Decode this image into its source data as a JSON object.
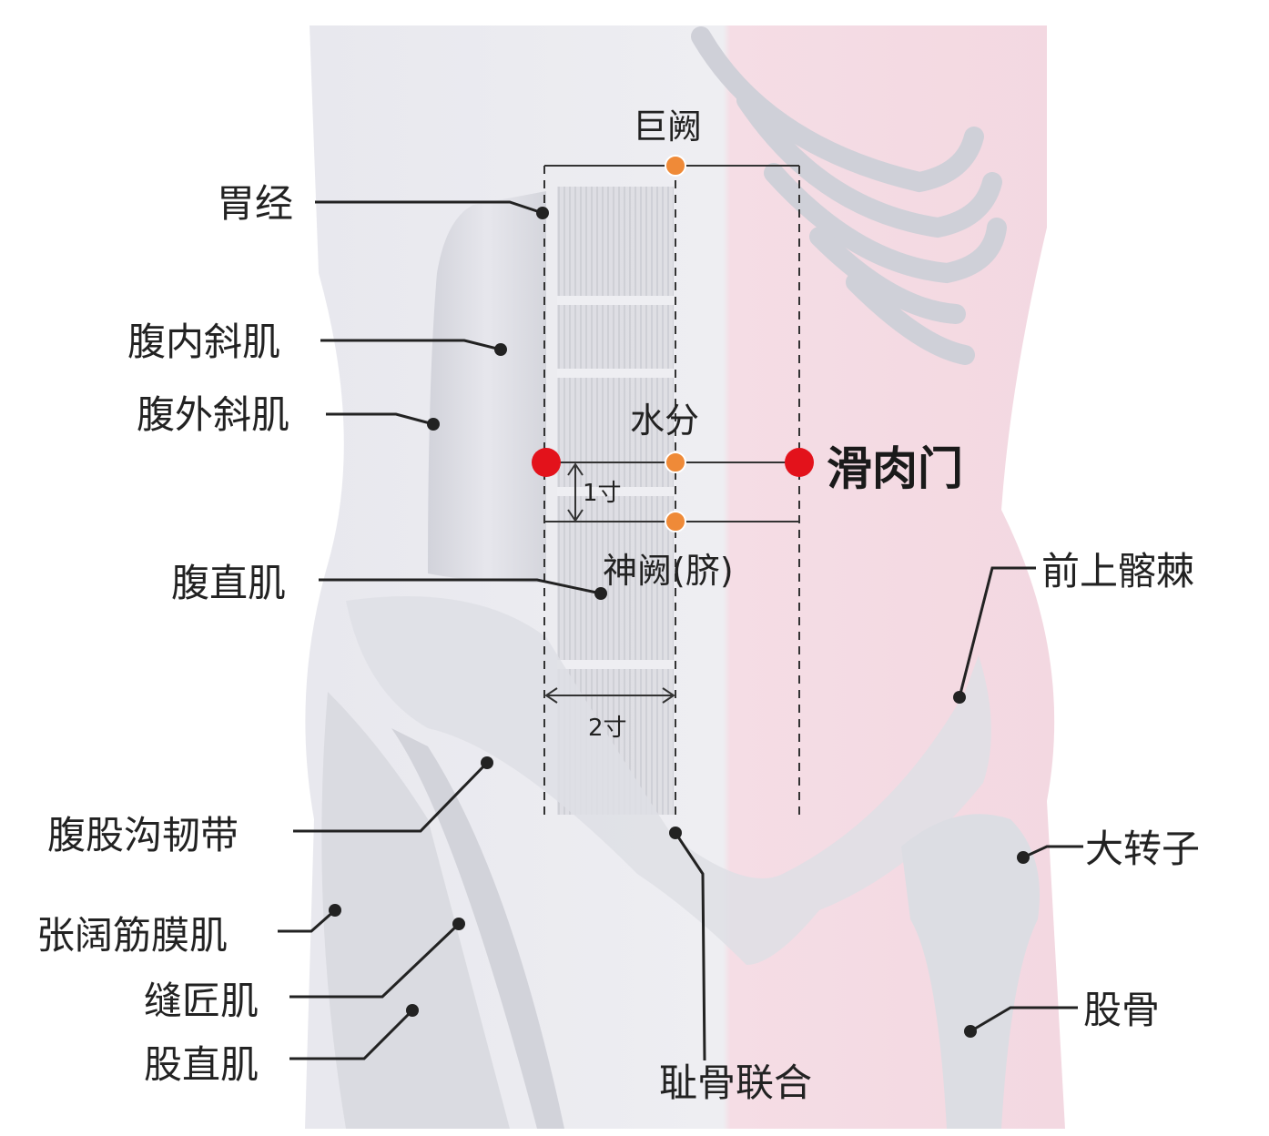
{
  "title": "滑肉门",
  "colors": {
    "acupoint_main": "#e3121b",
    "acupoint_ref": "#ef8a38",
    "skin": "#f6dbe3",
    "muscle": "#dcdde3",
    "label": "#222222"
  },
  "reference_points": {
    "top": "巨阙",
    "middle": "水分",
    "bottom": "神阙(脐)"
  },
  "measurements": {
    "vertical": "1寸",
    "horizontal": "2寸"
  },
  "labels_left": {
    "stomach_meridian": "胃经",
    "internal_oblique": "腹内斜肌",
    "external_oblique": "腹外斜肌",
    "rectus_abdominis": "腹直肌",
    "inguinal_ligament": "腹股沟韧带",
    "tensor_fasciae_latae": "张阔筋膜肌",
    "sartorius": "缝匠肌",
    "rectus_femoris": "股直肌"
  },
  "labels_right": {
    "asis": "前上髂棘",
    "greater_trochanter": "大转子",
    "femur": "股骨"
  },
  "labels_bottom": {
    "pubic_symphysis": "耻骨联合"
  },
  "icons": {
    "main_point": "red-dot-icon",
    "ref_point": "orange-dot-icon",
    "anchor": "black-dot-icon"
  }
}
